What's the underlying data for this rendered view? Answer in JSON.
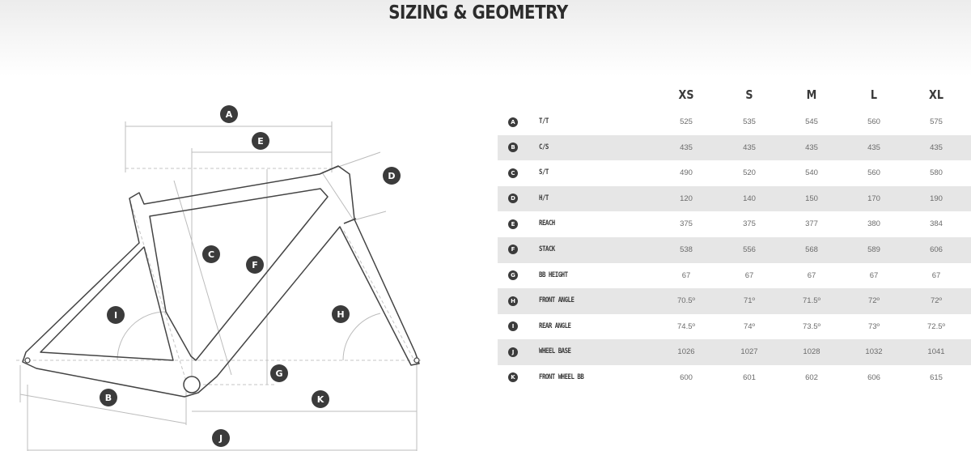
{
  "title": "SIZING & GEOMETRY",
  "diagram": {
    "callouts": [
      "A",
      "B",
      "C",
      "D",
      "E",
      "F",
      "G",
      "H",
      "I",
      "J",
      "K"
    ]
  },
  "table": {
    "sizes": [
      "XS",
      "S",
      "M",
      "L",
      "XL"
    ],
    "rows": [
      {
        "letter": "A",
        "label": "T/T",
        "values": [
          "525",
          "535",
          "545",
          "560",
          "575"
        ]
      },
      {
        "letter": "B",
        "label": "C/S",
        "values": [
          "435",
          "435",
          "435",
          "435",
          "435"
        ]
      },
      {
        "letter": "C",
        "label": "S/T",
        "values": [
          "490",
          "520",
          "540",
          "560",
          "580"
        ]
      },
      {
        "letter": "D",
        "label": "H/T",
        "values": [
          "120",
          "140",
          "150",
          "170",
          "190"
        ]
      },
      {
        "letter": "E",
        "label": "REACH",
        "values": [
          "375",
          "375",
          "377",
          "380",
          "384"
        ]
      },
      {
        "letter": "F",
        "label": "STACK",
        "values": [
          "538",
          "556",
          "568",
          "589",
          "606"
        ]
      },
      {
        "letter": "G",
        "label": "BB HEIGHT",
        "values": [
          "67",
          "67",
          "67",
          "67",
          "67"
        ]
      },
      {
        "letter": "H",
        "label": "FRONT ANGLE",
        "values": [
          "70.5º",
          "71º",
          "71.5º",
          "72º",
          "72º"
        ]
      },
      {
        "letter": "I",
        "label": "REAR ANGLE",
        "values": [
          "74.5º",
          "74º",
          "73.5º",
          "73º",
          "72.5º"
        ]
      },
      {
        "letter": "J",
        "label": "WHEEL BASE",
        "values": [
          "1026",
          "1027",
          "1028",
          "1032",
          "1041"
        ]
      },
      {
        "letter": "K",
        "label": "FRONT WHEEL BB",
        "values": [
          "600",
          "601",
          "602",
          "606",
          "615"
        ]
      }
    ]
  }
}
